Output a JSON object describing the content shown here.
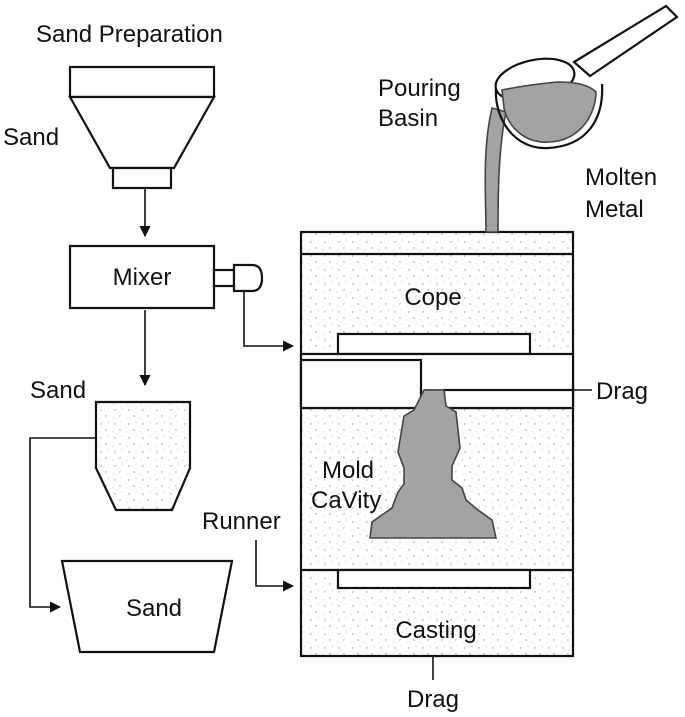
{
  "labels": {
    "title": "Sand Preparation",
    "hopper_sand": "Sand",
    "mixer": "Mixer",
    "sand_bin": "Sand",
    "sand_tray": "Sand",
    "pouring_basin_line1": "Pouring",
    "pouring_basin_line2": "Basin",
    "molten_line1": "Molten",
    "molten_line2": "Metal",
    "cope": "Cope",
    "drag_side": "Drag",
    "mold_line1": "Mold",
    "mold_line2": "CaVity",
    "runner": "Runner",
    "casting": "Casting",
    "drag_bottom": "Drag"
  },
  "colors": {
    "line": "#111111",
    "metal": "#a3a3a3",
    "sand_speckle": "#9a9a9a",
    "background": "#ffffff"
  }
}
